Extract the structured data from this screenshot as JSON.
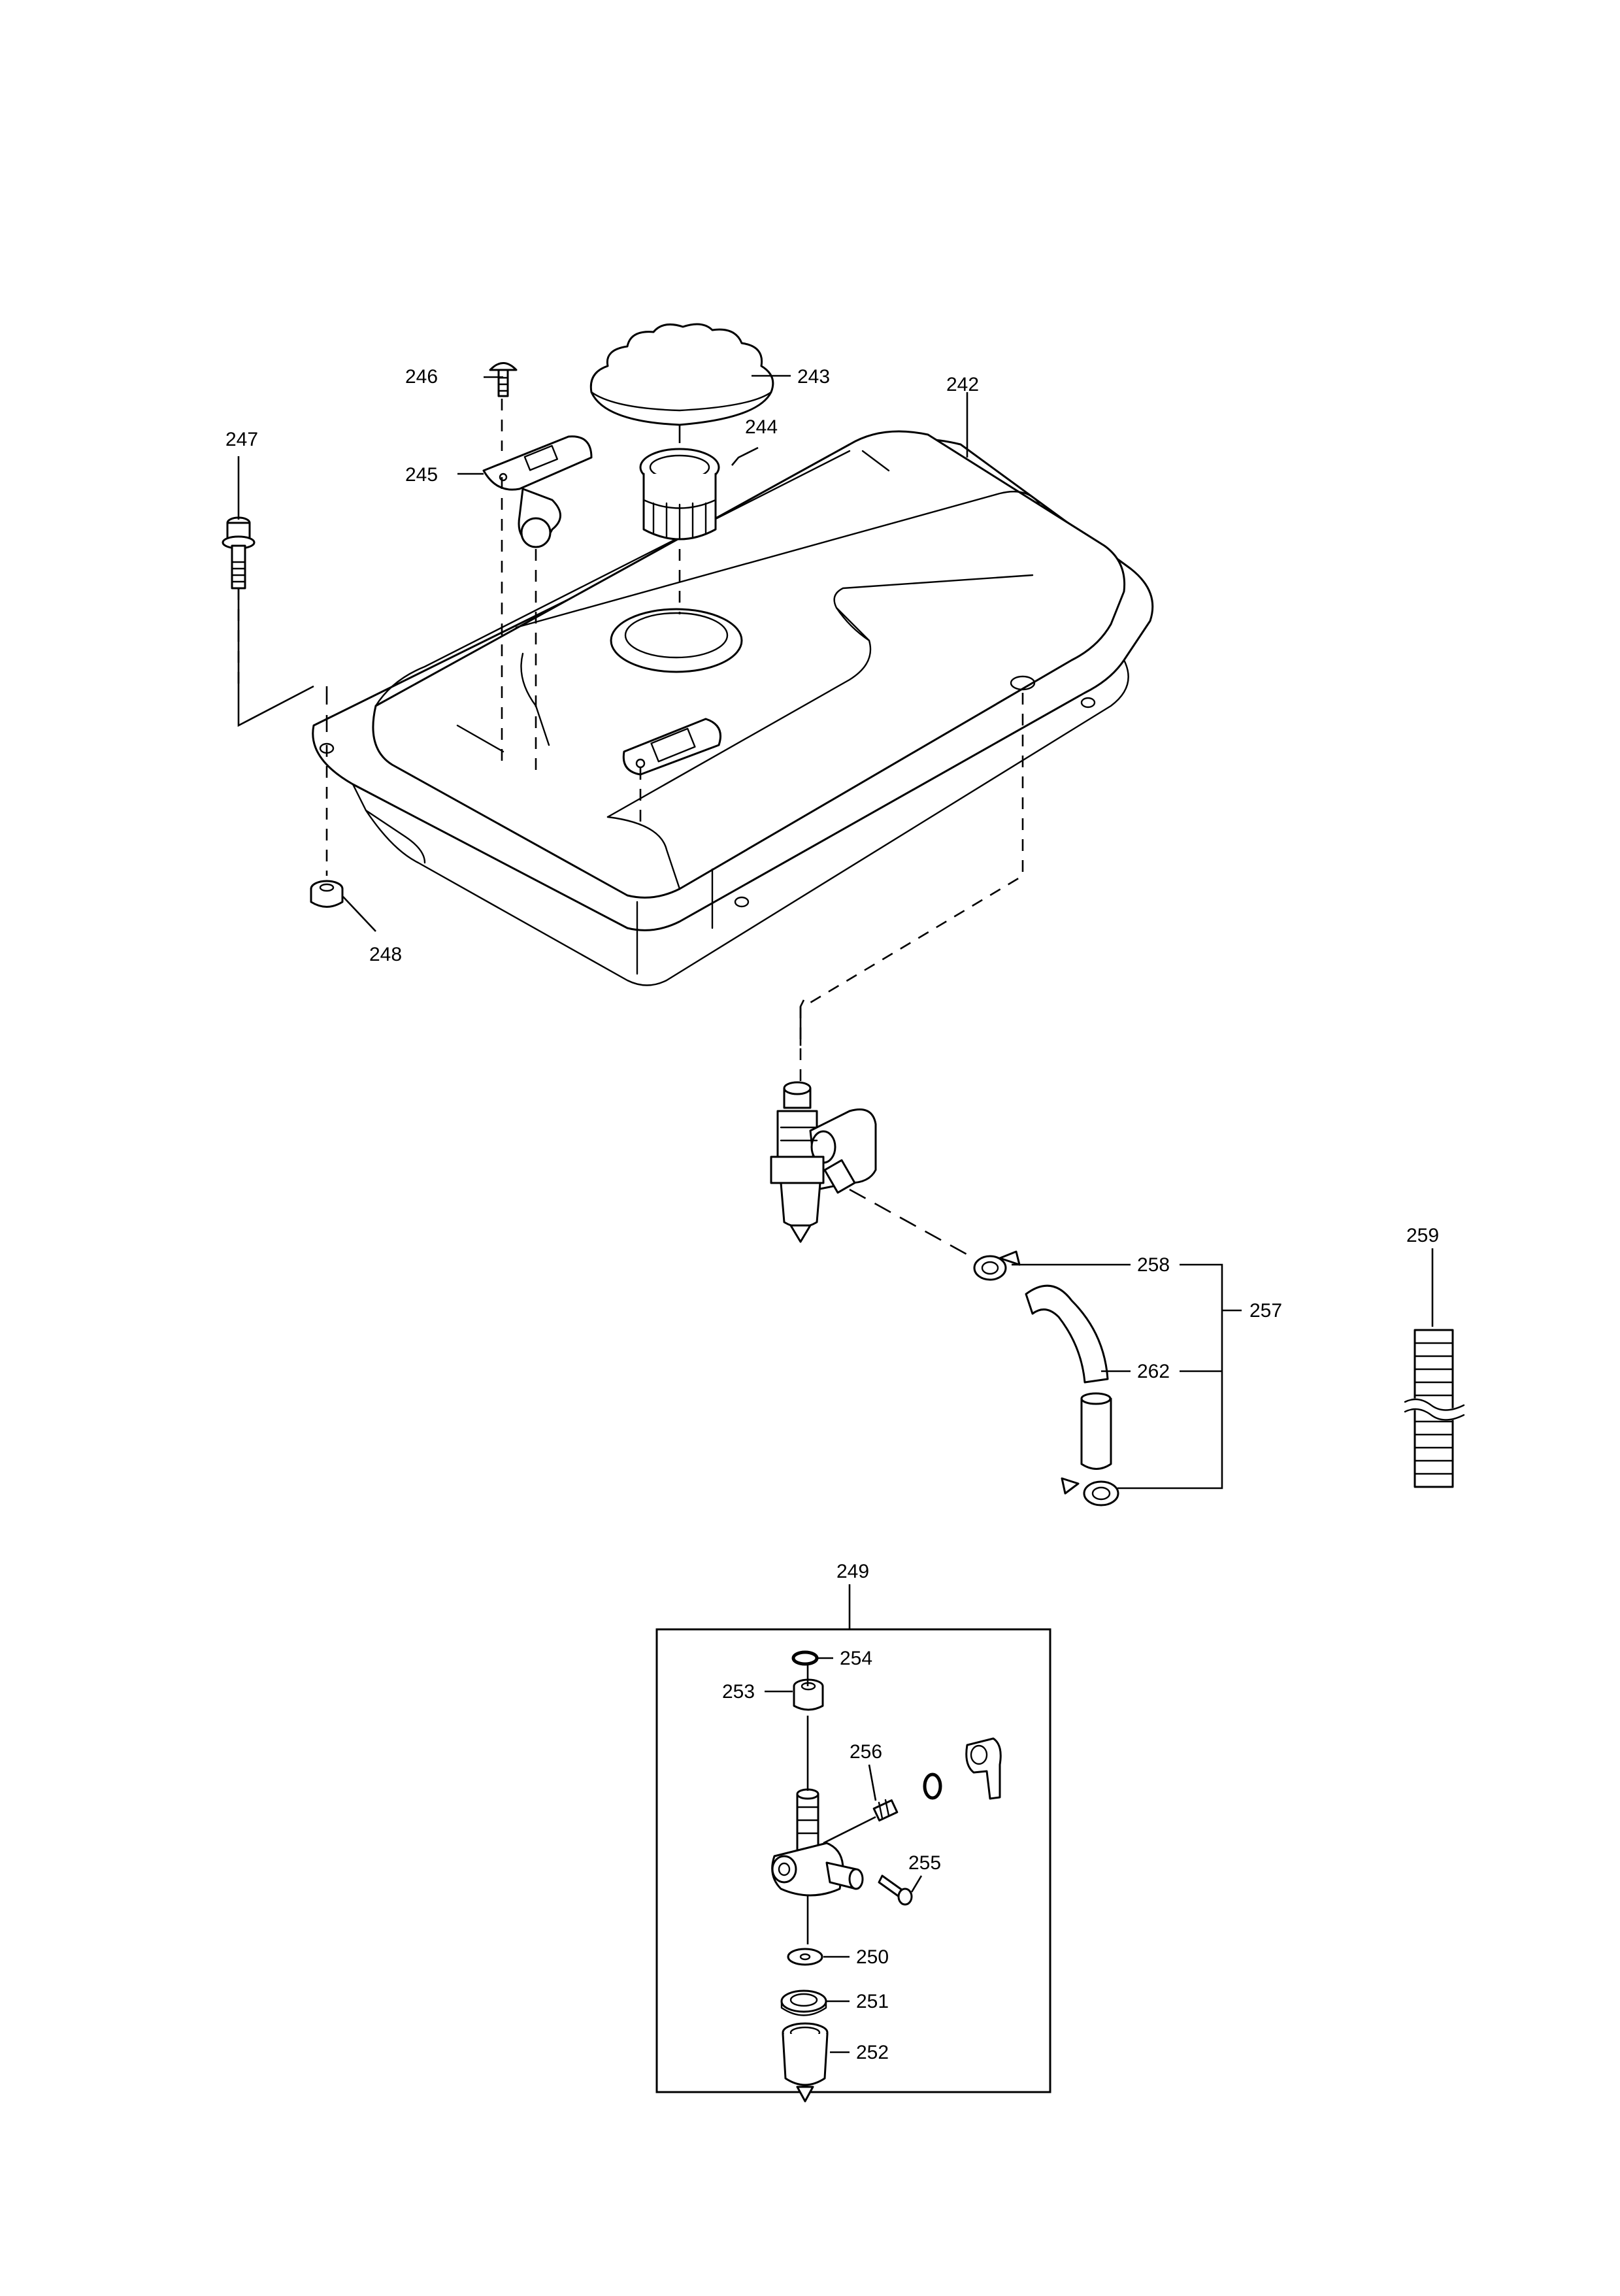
{
  "labels": {
    "l242": "242",
    "l243": "243",
    "l244": "244",
    "l245": "245",
    "l246": "246",
    "l247": "247",
    "l248": "248",
    "l249": "249",
    "l250": "250",
    "l251": "251",
    "l252": "252",
    "l253": "253",
    "l254": "254",
    "l255": "255",
    "l256": "256",
    "l257": "257",
    "l258": "258",
    "l259": "259",
    "l262": "262"
  },
  "colors": {
    "ink": "#000000",
    "paper": "#ffffff"
  }
}
